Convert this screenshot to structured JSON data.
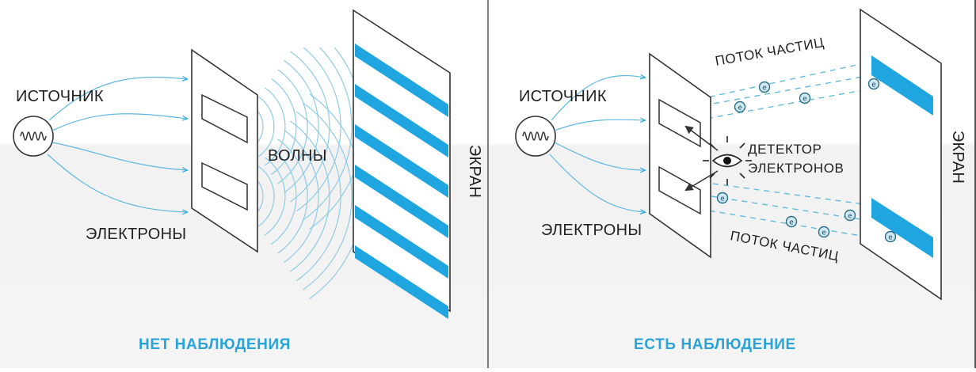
{
  "colors": {
    "accent": "#1fa6e0",
    "stroke": "#333333",
    "wave": "#8ecbe6",
    "caption": "#2aa3d8"
  },
  "left_panel": {
    "source_label": "ИСТОЧНИК",
    "electrons_label": "ЭЛЕКТРОНЫ",
    "waves_label": "ВОЛНЫ",
    "screen_label": "ЭКРАН",
    "caption": "НЕТ НАБЛЮДЕНИЯ"
  },
  "right_panel": {
    "source_label": "ИСТОЧНИК",
    "electrons_label": "ЭЛЕКТРОНЫ",
    "flow_top_label": "ПОТОК ЧАСТИЦ",
    "flow_bottom_label": "ПОТОК ЧАСТИЦ",
    "detector_label_line1": "ДЕТЕКТОР",
    "detector_label_line2": "ЭЛЕКТРОНОВ",
    "screen_label": "ЭКРАН",
    "caption": "ЕСТЬ НАБЛЮДЕНИЕ",
    "electron_symbol": "e"
  }
}
